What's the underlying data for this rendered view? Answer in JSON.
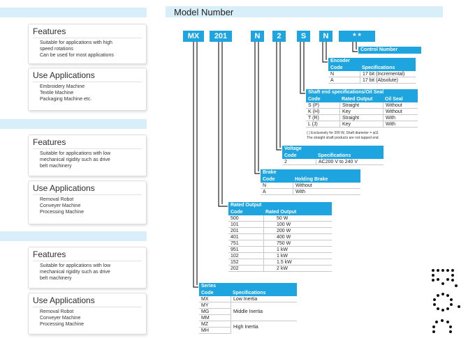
{
  "left_panels": [
    {
      "features_title": "Features",
      "features_text": "Suitable for applications with high\nspeed rotations\nCan be used for most applications",
      "use_title": "Use Applications",
      "use_text": "Embroidery Machine\nTextile Machine\nPackaging Machine etc."
    },
    {
      "features_title": "Features",
      "features_text": "Suitable for applications with low\nmechanical rigidity such as drive\nbelt machinery",
      "use_title": "Use Applications",
      "use_text": "Removal Robot\nConveyer Machine\nProcessing Machine"
    },
    {
      "features_title": "Features",
      "features_text": "Suitable for applications with low\nmechanical rigidity such as drive\nbelt machinery",
      "use_title": "Use Applications",
      "use_text": "Removal Robot\nConveyer Machine\nProcessing Machine"
    }
  ],
  "model_number": {
    "title": "Model Number",
    "codes": [
      "MX",
      "201",
      "N",
      "2",
      "S",
      "N",
      "* *"
    ]
  },
  "control_number": {
    "title": "Control Number"
  },
  "encoder": {
    "title": "Encoder",
    "headers": [
      "Code",
      "Specifications"
    ],
    "rows": [
      [
        "N",
        "17 bit (Incremental)"
      ],
      [
        "A",
        "17 bit (Absolute)"
      ]
    ]
  },
  "shaft": {
    "title": "Shaft end specifications/Oil Seal",
    "headers": [
      "Code",
      "Rated Output",
      "Oil Seal"
    ],
    "rows": [
      [
        "S (P)",
        "Straight",
        "Without"
      ],
      [
        "K (H)",
        "Key",
        "Without"
      ],
      [
        "T (R)",
        "Straight",
        "With"
      ],
      [
        "L (J)",
        "Key",
        "With"
      ]
    ],
    "note1": "( ) Exclusively for 200 W, Shaft diameter = φ11",
    "note2": "The straight shaft products are not tapped end."
  },
  "voltage": {
    "title": "Voltage",
    "headers": [
      "Code",
      "Specifications"
    ],
    "rows": [
      [
        "2",
        "AC200 V to 240 V"
      ]
    ]
  },
  "brake": {
    "title": "Brake",
    "headers": [
      "Code",
      "Holding Brake"
    ],
    "rows": [
      [
        "N",
        "Without"
      ],
      [
        "A",
        "With"
      ]
    ]
  },
  "rated_output": {
    "title": "Rated Output",
    "headers": [
      "Code",
      "Rated Output"
    ],
    "rows": [
      [
        "500",
        "50 W"
      ],
      [
        "101",
        "100 W"
      ],
      [
        "201",
        "200 W"
      ],
      [
        "401",
        "400 W"
      ],
      [
        "751",
        "750 W"
      ],
      [
        "951",
        "1 kW"
      ],
      [
        "102",
        "1 kW"
      ],
      [
        "152",
        "1.5 kW"
      ],
      [
        "202",
        "2 kW"
      ]
    ]
  },
  "series": {
    "title": "Series",
    "headers": [
      "Code",
      "Specifications"
    ],
    "codes": [
      "MX",
      "MY",
      "MG",
      "MM",
      "MZ",
      "MH"
    ],
    "specs": [
      "Low Inertia",
      "Middle Inertia",
      "High Inertia"
    ]
  },
  "colors": {
    "accent": "#1ea5df",
    "band": "#d8eef8"
  }
}
